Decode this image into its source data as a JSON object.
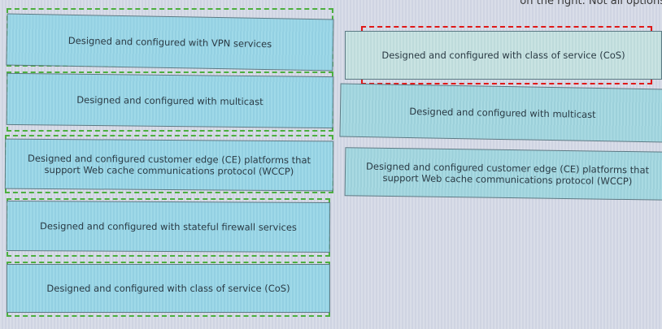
{
  "instruction_fragment": "on the right. Not all options",
  "source_options": [
    {
      "label": "Designed and configured with VPN services"
    },
    {
      "label": "Designed and configured with multicast"
    },
    {
      "label": "Designed and configured customer edge (CE) platforms that support Web cache communications protocol (WCCP)"
    },
    {
      "label": "Designed and configured with stateful firewall services"
    },
    {
      "label": "Designed and configured with class of service (CoS)"
    }
  ],
  "answer_area": [
    {
      "label": "Designed and configured with class of service (CoS)"
    },
    {
      "label": "Designed and configured with multicast"
    },
    {
      "label": "Designed and configured customer edge (CE) platforms that support Web cache communications protocol (WCCP)"
    }
  ],
  "colors": {
    "slot_border": "#4caf3f",
    "selected_border": "#e01818",
    "card": "#9fd9e8"
  }
}
